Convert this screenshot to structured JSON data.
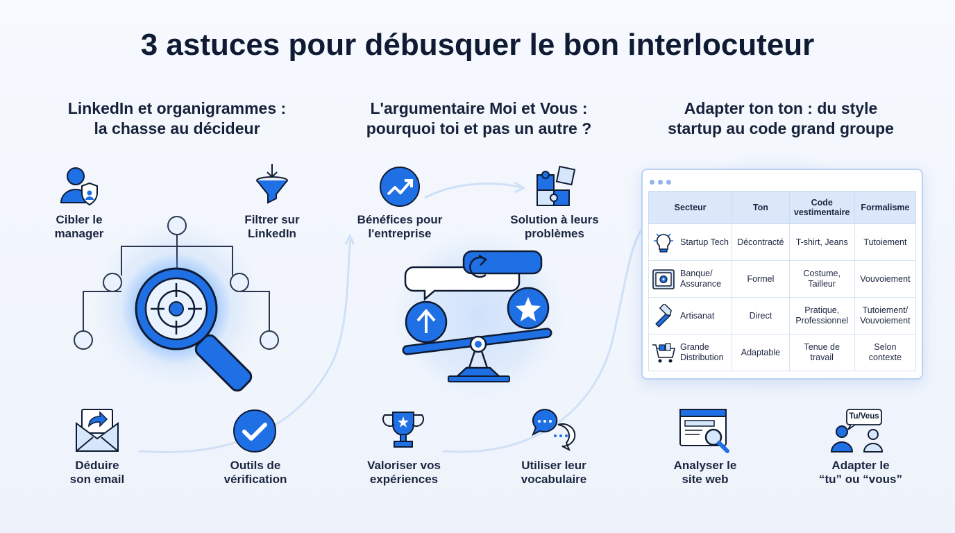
{
  "title": "3 astuces pour débusquer le bon interlocuteur",
  "col1": {
    "title_line1": "LinkedIn et organigrammes :",
    "title_line2": "la chasse au décideur",
    "items": [
      {
        "line1": "Cibler le",
        "line2": "manager",
        "icon": "user-shield-icon"
      },
      {
        "line1": "Filtrer sur",
        "line2": "LinkedIn",
        "icon": "funnel-icon"
      },
      {
        "line1": "Déduire",
        "line2": "son email",
        "icon": "email-forward-icon"
      },
      {
        "line1": "Outils de",
        "line2": "vérification",
        "icon": "check-circle-icon"
      }
    ]
  },
  "col2": {
    "title_line1": "L'argumentaire Moi et Vous :",
    "title_line2": "pourquoi toi et pas un autre ?",
    "items": [
      {
        "line1": "Bénéfices pour",
        "line2": "l'entreprise",
        "icon": "growth-chart-icon"
      },
      {
        "line1": "Solution à leurs",
        "line2": "problèmes",
        "icon": "puzzle-icon"
      },
      {
        "line1": "Valoriser vos",
        "line2": "expériences",
        "icon": "trophy-icon"
      },
      {
        "line1": "Utiliser leur",
        "line2": "vocabulaire",
        "icon": "chat-bubbles-icon"
      }
    ]
  },
  "col3": {
    "title_line1": "Adapter ton ton : du style",
    "title_line2": "startup au code grand groupe",
    "table": {
      "headers": [
        "Secteur",
        "Ton",
        "Code vestimentaire",
        "Formalisme"
      ],
      "rows": [
        {
          "icon": "lightbulb-icon",
          "secteur": "Startup Tech",
          "ton": "Décontracté",
          "code": "T-shirt, Jeans",
          "formalisme": "Tutoiement"
        },
        {
          "icon": "safe-icon",
          "secteur": "Banque/ Assurance",
          "ton": "Formel",
          "code": "Costume, Tailleur",
          "formalisme": "Vouvoiement"
        },
        {
          "icon": "hammer-icon",
          "secteur": "Artisanat",
          "ton": "Direct",
          "code": "Pratique, Professionnel",
          "formalisme": "Tutoiement/ Vouvoiement"
        },
        {
          "icon": "cart-icon",
          "secteur": "Grande Distribution",
          "ton": "Adaptable",
          "code": "Tenue de travail",
          "formalisme": "Selon contexte"
        }
      ]
    },
    "items": [
      {
        "line1": "Analyser le",
        "line2": "site web",
        "icon": "website-search-icon"
      },
      {
        "line1": "Adapter le",
        "line2": "“tu” ou “vous”",
        "icon": "tu-vous-icon",
        "badge": "Tu/Veus"
      }
    ]
  },
  "colors": {
    "accent": "#1f6fe5",
    "dark": "#0f1b33",
    "light_blue": "#d6e6fb"
  }
}
